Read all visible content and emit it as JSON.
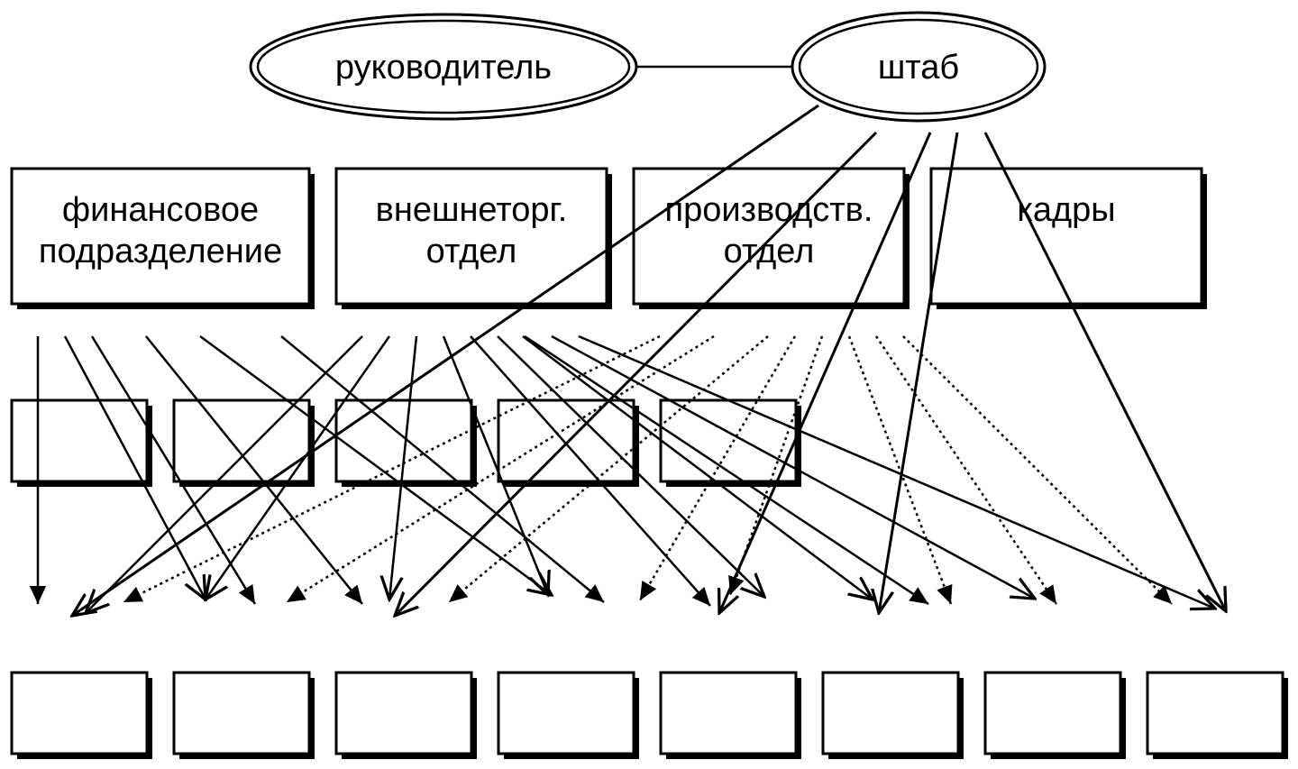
{
  "nodes": {
    "leader": "руководитель",
    "staff": "штаб",
    "departments": [
      {
        "line1": "финансовое",
        "line2": "подразделение"
      },
      {
        "line1": "внешнеторг.",
        "line2": "отдел"
      },
      {
        "line1": "производств.",
        "line2": "отдел"
      },
      {
        "line1": "кадры",
        "line2": ""
      }
    ]
  },
  "colors": {
    "stroke": "#000000",
    "background": "#ffffff"
  }
}
